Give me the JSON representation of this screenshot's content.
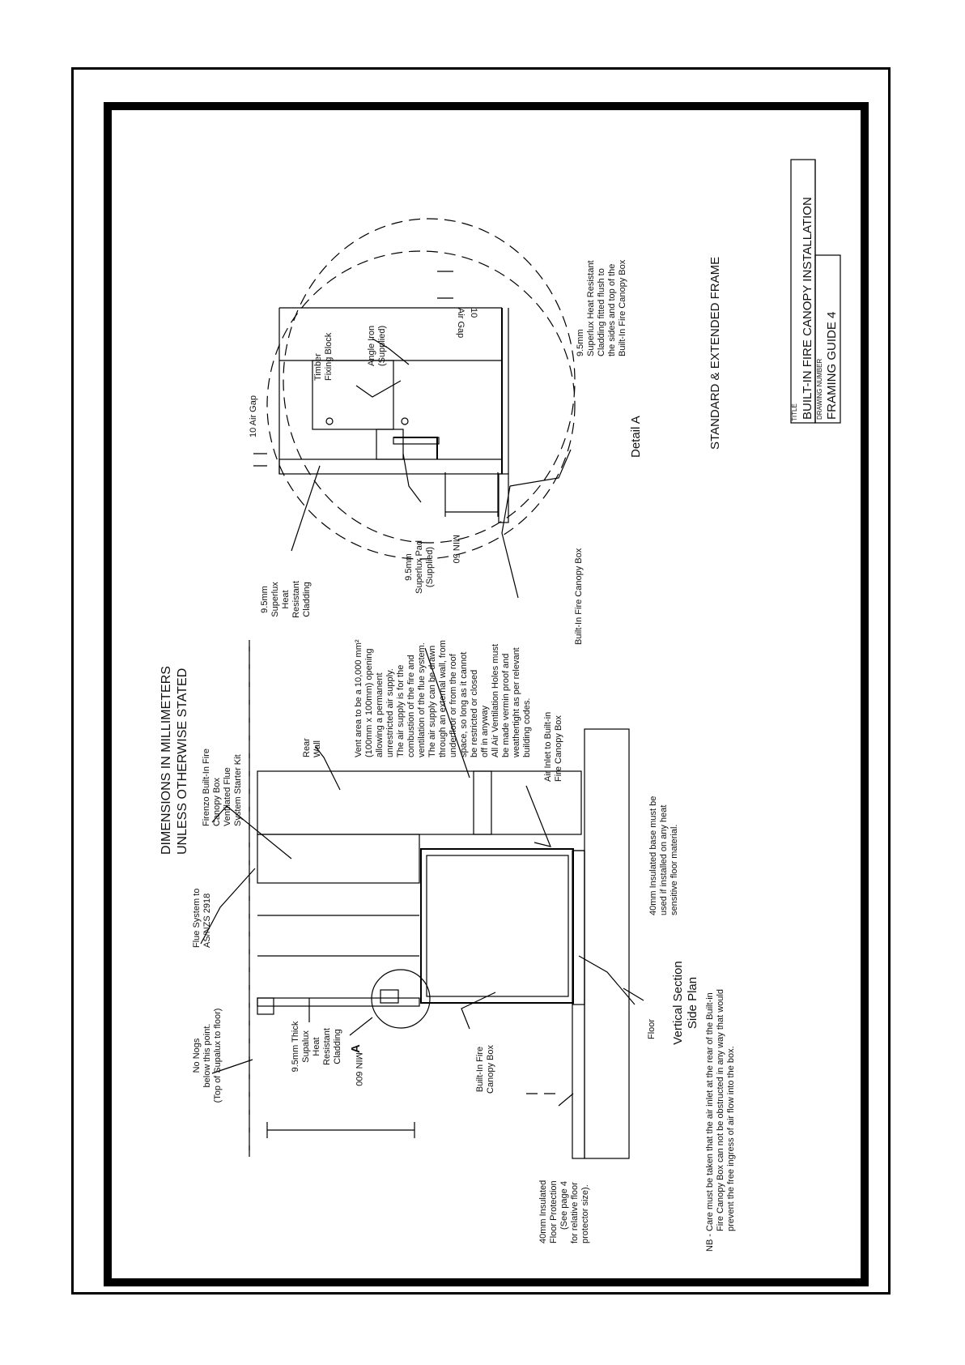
{
  "header": {
    "dimensions_line1": "DIMENSIONS IN MILLIMETERS",
    "dimensions_line2": "UNLESS OTHERWISE STATED"
  },
  "section": {
    "title_line1": "Vertical Section",
    "title_line2": "Side Plan",
    "min600": "MIN 600",
    "detail_marker": "A",
    "floor": "Floor",
    "no_nogs": [
      "No Nogs",
      "below this point.",
      "(Top of Supalux to floor)"
    ],
    "flue_system": [
      "Flue System to",
      "AS/NZS 2918"
    ],
    "firenzo_kit": [
      "Firenzo Built-In Fire",
      "Canopy Box",
      "Ventilated Flue",
      "System Starter Kit"
    ],
    "rear_wall": [
      "Rear",
      "Wall"
    ],
    "cladding": [
      "9.5mm Thick",
      "Supalux",
      "Heat",
      "Resistant",
      "Cladding"
    ],
    "canopy_box": [
      "Built-In Fire",
      "Canopy Box"
    ],
    "floor_protection": [
      "40mm Insulated",
      "Floor Protection",
      "(See page 4",
      "for relative floor",
      "protector size)."
    ],
    "insulated_base": [
      "40mm Insulated base must be",
      "used if installed on any heat",
      "sensitive floor material."
    ],
    "air_inlet": [
      "Air Inlet to Built-in",
      "Fire Canopy Box"
    ],
    "vent_note": [
      "Vent area to be a 10,000 mm²",
      "(100mm x 100mm) opening",
      "allowing a permanent",
      "unrestricted air supply.",
      "The air supply is for the",
      "combustion of the fire and",
      "ventilation of the flue system.",
      "The air supply can be drawn",
      "through an external wall, from",
      "underfloor or from the roof",
      "space, so long as it cannot",
      "be restricted or closed",
      "off in anyway",
      "All Air Ventilation Holes must",
      "be made vermin proof and",
      "weathertight as per relevant",
      "building codes."
    ],
    "nb_note": [
      "NB - Care must be taken that the air inlet at the rear of the Built-in",
      "Fire Canopy Box can not be obstructed in any way that would",
      "prevent the free ingress of air flow into the box."
    ]
  },
  "detail": {
    "title": "Detail A",
    "air_gap_10": "10 Air Gap",
    "air_gap_right_1": "10",
    "air_gap_right_2": "Air Gap",
    "min50": "MIN 50",
    "timber": [
      "Timber",
      "Fixing Block"
    ],
    "angle_iron": [
      "Angle Iron",
      "(Supplied)"
    ],
    "superlux_cladding": [
      "9.5mm",
      "Superlux",
      "Heat",
      "Resistant",
      "Cladding"
    ],
    "superlux_pad": [
      "9.5mm",
      "Superlux Pad",
      "(Supplied)"
    ],
    "canopy_box": "Built-In Fire Canopy Box",
    "flush_note": [
      "9.5mm",
      "Superlux Heat Resistant",
      "Cladding fitted flush to",
      "the sides and top of the",
      "Built-In Fire Canopy Box"
    ]
  },
  "frame_label": "STANDARD & EXTENDED FRAME",
  "title_block": {
    "title_caption": "TITLE",
    "title": "BUILT-IN FIRE CANOPY INSTALLATION",
    "drawing_caption": "DRAWING NUMBER",
    "drawing": "FRAMING GUIDE 4"
  }
}
